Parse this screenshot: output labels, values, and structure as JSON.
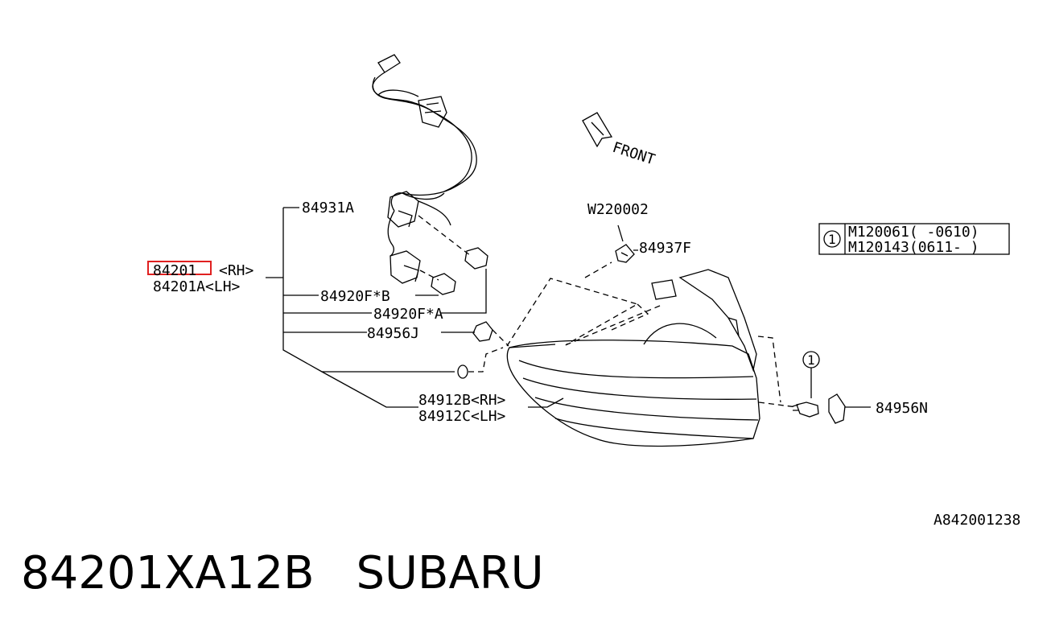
{
  "diagram": {
    "front_label": "FRONT",
    "callouts": {
      "c84931A": "84931A",
      "c84201": "84201",
      "rh_lh_suffix_rh": "<RH>",
      "c84201A": "84201A<LH>",
      "c84920FB": "84920F*B",
      "c84920FA": "84920F*A",
      "c84956J": "84956J",
      "c84912B": "84912B<RH>",
      "c84912C": "84912C<LH>",
      "cW220002": "W220002",
      "c84937F": "84937F",
      "c84956N": "84956N"
    },
    "legend": {
      "marker": "1",
      "row1": "M120061( -0610)",
      "row2": "M120143(0611- )"
    },
    "bolt_marker": "1",
    "figure_code": "A842001238"
  },
  "footer": {
    "part_number": "84201XA12B",
    "brand": "SUBARU"
  },
  "colors": {
    "highlight": "#e02020",
    "ink": "#000000"
  }
}
